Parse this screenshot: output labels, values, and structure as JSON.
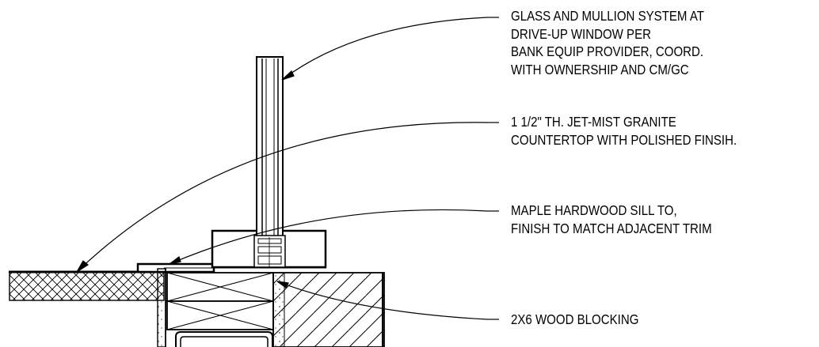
{
  "callouts": {
    "glass_mullion": {
      "lines": [
        "GLASS AND MULLION SYSTEM AT",
        "DRIVE-UP WINDOW  PER",
        "BANK EQUIP PROVIDER, COORD.",
        "WITH OWNERSHIP AND CM/GC"
      ]
    },
    "granite_countertop": {
      "lines": [
        "1 1/2\" TH. JET-MIST GRANITE",
        "COUNTERTOP WITH POLISHED FINSIH."
      ]
    },
    "maple_sill": {
      "lines": [
        "MAPLE HARDWOOD SILL TO,",
        "FINISH TO MATCH ADJACENT TRIM"
      ]
    },
    "wood_blocking": {
      "lines": [
        "2X6 WOOD BLOCKING"
      ]
    }
  }
}
